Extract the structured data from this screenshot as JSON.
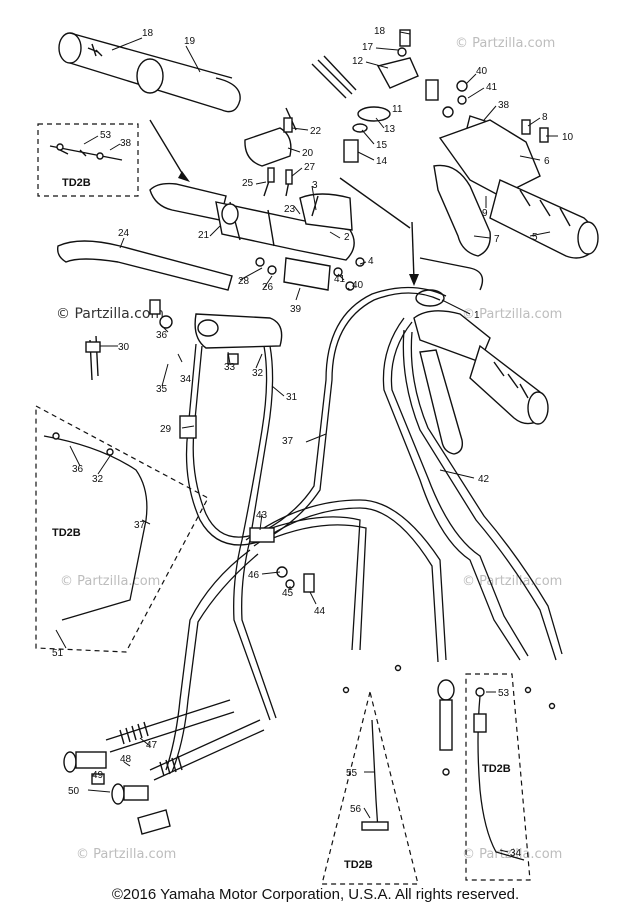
{
  "watermark": {
    "text": "© Partzilla.com"
  },
  "box_labels": {
    "box_top_left": "TD2B",
    "box_left": "TD2B",
    "box_bottom_mid": "TD2B",
    "box_bottom_right": "TD2B"
  },
  "callouts": {
    "c18a": "18",
    "c19": "19",
    "c53a": "53",
    "c38a": "38",
    "c18b": "18",
    "c17": "17",
    "c12": "12",
    "c40a": "40",
    "c41a": "41",
    "c38b": "38",
    "c8": "8",
    "c10": "10",
    "c11": "11",
    "c13": "13",
    "c15": "15",
    "c14": "14",
    "c6": "6",
    "c22": "22",
    "c20": "20",
    "c27": "27",
    "c25": "25",
    "c3": "3",
    "c23": "23",
    "c21": "21",
    "c2": "2",
    "c24": "24",
    "c9": "9",
    "c7": "7",
    "c5": "5",
    "c4": "4",
    "c41b": "41",
    "c40b": "40",
    "c28": "28",
    "c26": "26",
    "c39": "39",
    "c1": "1",
    "c36a": "36",
    "c30": "30",
    "c33": "33",
    "c34a": "34",
    "c35": "35",
    "c32a": "32",
    "c31": "31",
    "c29": "29",
    "c37a": "37",
    "c36b": "36",
    "c32b": "32",
    "c37b": "37",
    "c42": "42",
    "c51": "51",
    "c43": "43",
    "c46": "46",
    "c45": "45",
    "c44": "44",
    "c47": "47",
    "c48": "48",
    "c49": "49",
    "c50": "50",
    "c55": "55",
    "c56": "56",
    "c53b": "53",
    "c34b": "34"
  },
  "copyright": "©2016 Yamaha Motor Corporation, U.S.A. All rights reserved."
}
